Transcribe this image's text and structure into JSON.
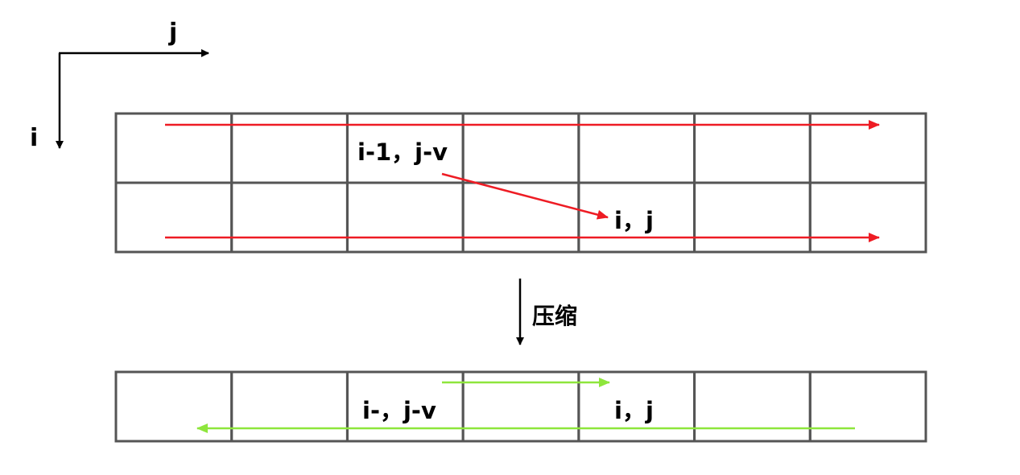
{
  "axes": {
    "j_label": "j",
    "i_label": "i"
  },
  "top_grid": {
    "rows": 2,
    "cols": 7,
    "cell_label_prev": "i-1，j-v",
    "cell_label_curr": "i，j"
  },
  "compress": {
    "label": "压缩"
  },
  "bottom_grid": {
    "rows": 1,
    "cols": 7,
    "cell_label_prev": "i-，j-v",
    "cell_label_curr": "i，j"
  },
  "colors": {
    "grid": "#555555",
    "red_arrow": "#ee1c24",
    "green_arrow": "#8ee63c",
    "black": "#000000"
  }
}
